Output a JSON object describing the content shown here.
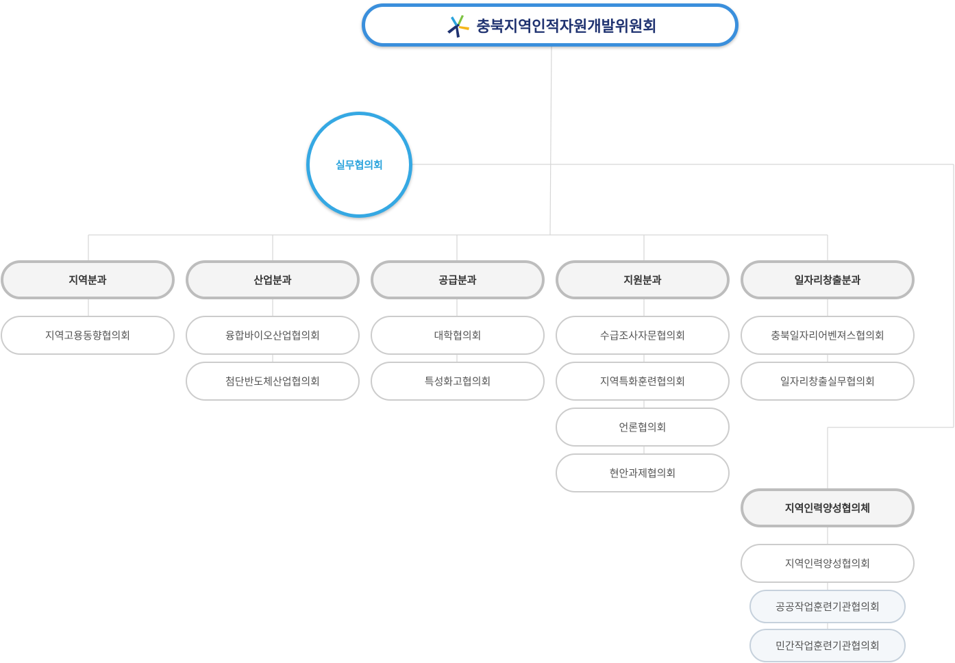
{
  "council": "충북지역인적자원개발위원회",
  "working_council": "실무협의회",
  "divisions": [
    {
      "name": "지역분과",
      "councils": [
        "지역고용동향협의회"
      ]
    },
    {
      "name": "산업분과",
      "councils": [
        "융합바이오산업협의회",
        "첨단반도체산업협의회"
      ]
    },
    {
      "name": "공급분과",
      "councils": [
        "대학협의회",
        "특성화고협의회"
      ]
    },
    {
      "name": "지원분과",
      "councils": [
        "수급조사자문협의회",
        "지역특화훈련협의회",
        "언론협의회",
        "현안과제협의회"
      ]
    },
    {
      "name": "일자리창출분과",
      "councils": [
        "충북일자리어벤져스협의회",
        "일자리창출실무협의회"
      ]
    }
  ],
  "training_body": {
    "name": "지역인력양성협의체",
    "council": "지역인력양성협의회",
    "subcouncils": [
      "공공작업훈련기관협의회",
      "민간작업훈련기관협의회"
    ]
  },
  "colors": {
    "logo_blue": "#1f3270",
    "logo_cyan": "#2aa3dc",
    "logo_green": "#7cc242",
    "logo_yellow": "#f5b61b",
    "accent": "#3a8fdc"
  }
}
